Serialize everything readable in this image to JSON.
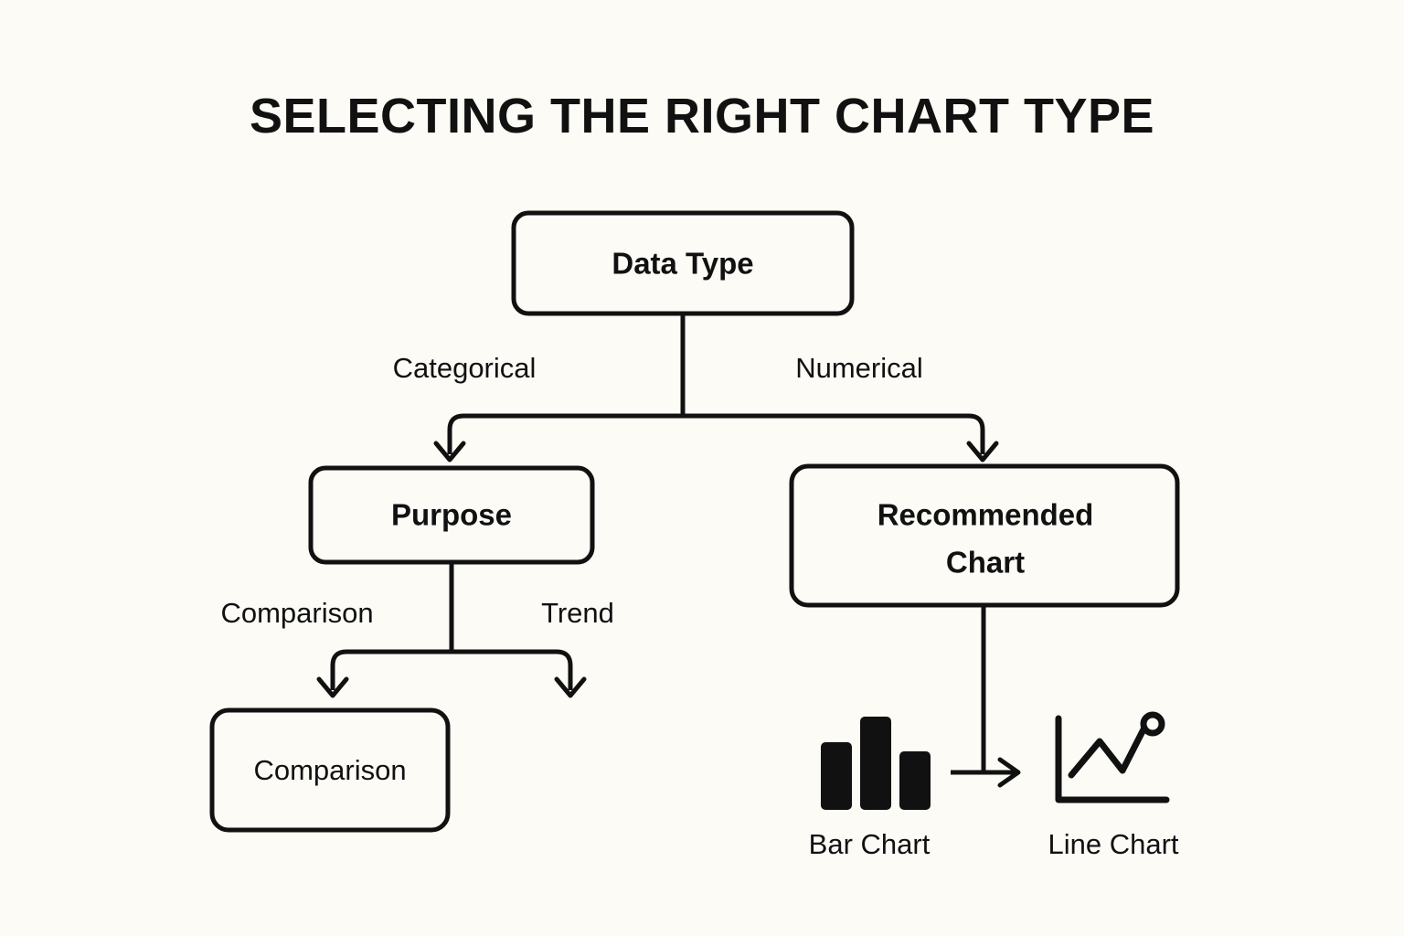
{
  "title": "SELECTING THE RIGHT CHART TYPE",
  "background_color": "#FCFBF6",
  "ink_color": "#111111",
  "chart_data": {
    "type": "diagram",
    "title": "SELECTING THE RIGHT CHART TYPE",
    "diagram_kind": "decision-tree-flowchart",
    "nodes": [
      {
        "id": "data-type",
        "label": "Data Type",
        "emphasis": "bold",
        "level": 0
      },
      {
        "id": "purpose",
        "label": "Purpose",
        "emphasis": "bold",
        "level": 1
      },
      {
        "id": "recommended-chart",
        "label": "Recommended Chart",
        "label_line1": "Recommended",
        "label_line2": "Chart",
        "emphasis": "bold",
        "level": 1
      },
      {
        "id": "comparison-result",
        "label": "Comparison",
        "emphasis": "normal",
        "level": 2
      }
    ],
    "edges": [
      {
        "from": "data-type",
        "to": "purpose",
        "label": "Categorical"
      },
      {
        "from": "data-type",
        "to": "recommended-chart",
        "label": "Numerical"
      },
      {
        "from": "purpose",
        "to": "comparison-result",
        "label": "Comparison"
      },
      {
        "from": "purpose",
        "to": "",
        "label": "Trend"
      },
      {
        "from": "recommended-chart",
        "to": "line-chart-icon",
        "label": ""
      }
    ],
    "icons": [
      {
        "id": "bar-chart-icon",
        "label": "Bar Chart",
        "kind": "bar",
        "bar_heights_relative": [
          0.72,
          1.0,
          0.63
        ]
      },
      {
        "id": "line-chart-icon",
        "label": "Line Chart",
        "kind": "line"
      }
    ]
  },
  "nodes": {
    "data_type": "Data Type",
    "purpose": "Purpose",
    "recommended_line1": "Recommended",
    "recommended_line2": "Chart",
    "comparison_result": "Comparison"
  },
  "edge_labels": {
    "categorical": "Categorical",
    "numerical": "Numerical",
    "comparison": "Comparison",
    "trend": "Trend"
  },
  "icon_labels": {
    "bar_chart": "Bar Chart",
    "line_chart": "Line Chart"
  }
}
